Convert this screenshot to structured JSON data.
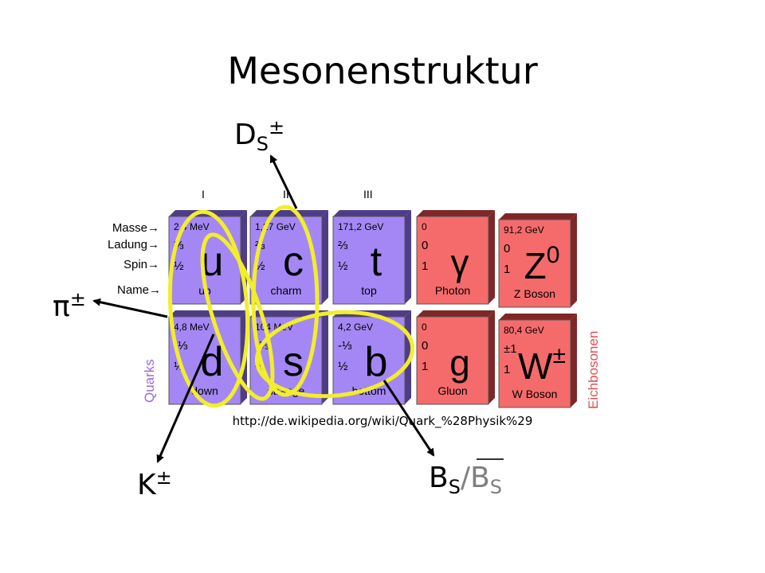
{
  "title": "Mesonenstruktur",
  "generations": [
    "I",
    "II",
    "III"
  ],
  "row_labels": {
    "mass": "Masse",
    "charge": "Ladung",
    "spin": "Spin",
    "name": "Name"
  },
  "group_labels": {
    "quarks": "Quarks",
    "bosons": "Eichbosonen"
  },
  "cards": [
    {
      "id": "u",
      "mass": "2,4 MeV",
      "charge": "⅔",
      "spin": "½",
      "symbol": "u",
      "name": "up"
    },
    {
      "id": "c",
      "mass": "1,27 GeV",
      "charge": "⅔",
      "spin": "½",
      "symbol": "c",
      "name": "charm"
    },
    {
      "id": "t",
      "mass": "171,2 GeV",
      "charge": "⅔",
      "spin": "½",
      "symbol": "t",
      "name": "top"
    },
    {
      "id": "photon",
      "mass": "0",
      "charge": "0",
      "spin": "1",
      "symbol": "γ",
      "name": "Photon"
    },
    {
      "id": "z",
      "mass": "91,2 GeV",
      "charge": "0",
      "spin": "1",
      "symbol": "Z",
      "symbol_sup": "0",
      "name": "Z Boson"
    },
    {
      "id": "d",
      "mass": "4,8 MeV",
      "charge": "-⅓",
      "spin": "½",
      "symbol": "d",
      "name": "down"
    },
    {
      "id": "s",
      "mass": "104 MeV",
      "charge": "-⅓",
      "spin": "½",
      "symbol": "s",
      "name": "strange"
    },
    {
      "id": "b",
      "mass": "4,2 GeV",
      "charge": "-⅓",
      "spin": "½",
      "symbol": "b",
      "name": "bottom"
    },
    {
      "id": "gluon",
      "mass": "0",
      "charge": "0",
      "spin": "1",
      "symbol": "g",
      "name": "Gluon"
    },
    {
      "id": "w",
      "mass": "80,4 GeV",
      "charge": "±1",
      "spin": "1",
      "symbol": "W",
      "symbol_sup": "±",
      "name": "W Boson"
    }
  ],
  "meson_labels": {
    "ds": {
      "base": "D",
      "sub": "S",
      "sup": "±"
    },
    "pi": {
      "base": "π",
      "sup": "±"
    },
    "k": {
      "base": "K",
      "sup": "±"
    },
    "bs": {
      "base": "B",
      "sub": "S",
      "slash": "/",
      "bar_base": "B",
      "bar_sub": "S"
    }
  },
  "source_url": "http://de.wikipedia.org/wiki/Quark_%28Physik%29",
  "colors": {
    "quark_face": "#a487f5",
    "quark_edge": "#4f3c86",
    "boson_face": "#f56b6b",
    "boson_edge": "#7d2727",
    "highlight": "#f2ee2a",
    "bar_gray": "#7f7f7f",
    "quarks_text": "#9a6bd6",
    "bosons_text": "#e05050"
  }
}
